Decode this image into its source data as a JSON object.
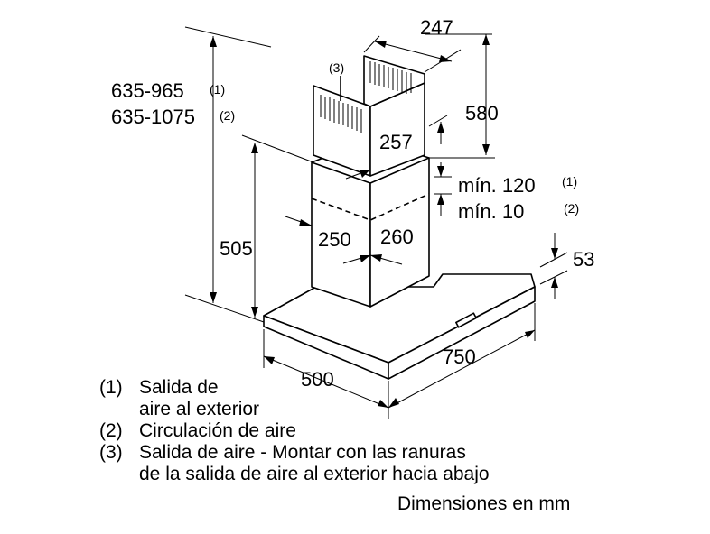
{
  "dimensions": {
    "height_total_1": "635-965",
    "height_total_1_note": "(1)",
    "height_total_2": "635-1075",
    "height_total_2_note": "(2)",
    "lower_chimney_height": "505",
    "upper_chimney_width": "247",
    "upper_chimney_height": "580",
    "upper_chimney_depth": "257",
    "clearance_1": "mín. 120",
    "clearance_1_note": "(1)",
    "clearance_2": "mín. 10",
    "clearance_2_note": "(2)",
    "lower_chimney_width": "250",
    "lower_chimney_depth": "260",
    "canopy_thickness": "53",
    "hood_depth": "500",
    "hood_width": "750",
    "outlet_marker": "(3)"
  },
  "legend": [
    {
      "num": "(1)",
      "lines": [
        "Salida de",
        "aire al exterior"
      ]
    },
    {
      "num": "(2)",
      "lines": [
        "Circulación de aire"
      ]
    },
    {
      "num": "(3)",
      "lines": [
        "Salida de aire - Montar con las ranuras",
        "de la salida de aire al exterior hacia abajo"
      ]
    }
  ],
  "units_note": "Dimensiones en mm"
}
